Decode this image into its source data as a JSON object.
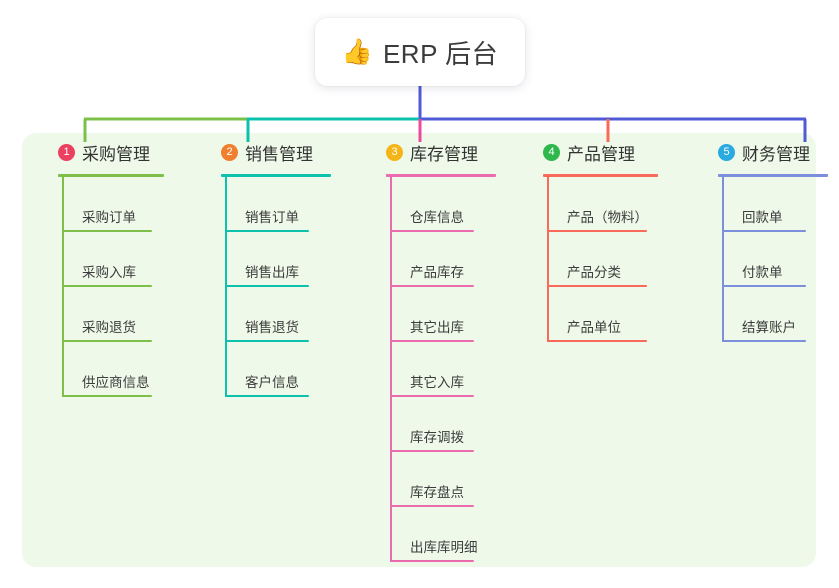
{
  "page": {
    "background": "#ffffff",
    "panel_background": "#eef9e9"
  },
  "root": {
    "icon": "thumbs-up-icon",
    "emoji": "👍",
    "title": "ERP 后台",
    "stem_color": "#4f5bd5"
  },
  "trunk": {
    "segments": [
      {
        "name": "trunk-segment-green",
        "color": "#7cc04a"
      },
      {
        "name": "trunk-segment-teal",
        "color": "#0cc2ad"
      },
      {
        "name": "trunk-segment-indigo",
        "color": "#4f5bd5"
      }
    ]
  },
  "columns": [
    {
      "number": "1",
      "title": "采购管理",
      "badge_color": "#ec4060",
      "line_color": "#7cc04a",
      "drop_color": "#7cc04a",
      "items": [
        "采购订单",
        "采购入库",
        "采购退货",
        "供应商信息"
      ]
    },
    {
      "number": "2",
      "title": "销售管理",
      "badge_color": "#f08030",
      "line_color": "#0cc2ad",
      "drop_color": "#0cc2ad",
      "items": [
        "销售订单",
        "销售出库",
        "销售退货",
        "客户信息"
      ]
    },
    {
      "number": "3",
      "title": "库存管理",
      "badge_color": "#f5b417",
      "line_color": "#ec6aae",
      "drop_color": "#ec4a9a",
      "items": [
        "仓库信息",
        "产品库存",
        "其它出库",
        "其它入库",
        "库存调拨",
        "库存盘点",
        "出库库明细"
      ]
    },
    {
      "number": "4",
      "title": "产品管理",
      "badge_color": "#2eb84c",
      "line_color": "#fa6a5a",
      "drop_color": "#fa6a5a",
      "items": [
        "产品（物料）",
        "产品分类",
        "产品单位"
      ]
    },
    {
      "number": "5",
      "title": "财务管理",
      "badge_color": "#29aae1",
      "line_color": "#7b8fdb",
      "drop_color": "#4f5bd5",
      "items": [
        "回款单",
        "付款单",
        "结算账户"
      ]
    }
  ]
}
